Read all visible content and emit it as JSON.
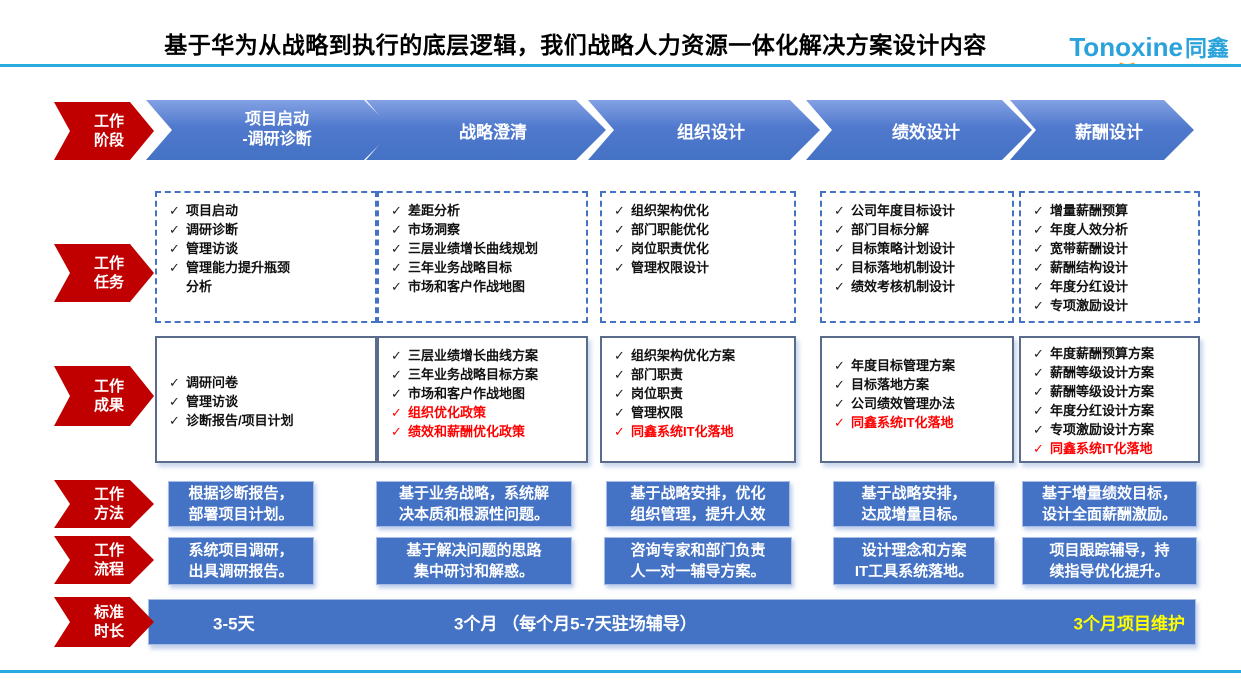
{
  "title": "基于华为从战略到执行的底层逻辑，我们战略人力资源一体化解决方案设计内容",
  "logo": {
    "latin": "Tonoxine",
    "cjk": "同鑫"
  },
  "row_labels": [
    "工作\n阶段",
    "工作\n任务",
    "工作\n成果",
    "工作\n方法",
    "工作\n流程",
    "标准\n时长"
  ],
  "check_glyph": "✓",
  "columns": [
    {
      "phase": "项目启动\n-调研诊断",
      "tasks": [
        "项目启动",
        "调研诊断",
        "管理访谈",
        "管理能力提升瓶颈\n分析"
      ],
      "results": [
        {
          "text": "调研问卷"
        },
        {
          "text": "管理访谈"
        },
        {
          "text": "诊断报告/项目计划"
        }
      ],
      "method": "根据诊断报告，\n部署项目计划。",
      "process": "系统项目调研，\n出具调研报告。"
    },
    {
      "phase": "战略澄清",
      "tasks": [
        "差距分析",
        "市场洞察",
        "三层业绩增长曲线规划",
        "三年业务战略目标",
        "市场和客户作战地图"
      ],
      "results": [
        {
          "text": "三层业绩增长曲线方案"
        },
        {
          "text": "三年业务战略目标方案"
        },
        {
          "text": "市场和客户作战地图"
        },
        {
          "text": "组织优化政策",
          "red": true
        },
        {
          "text": "绩效和薪酬优化政策",
          "red": true
        }
      ],
      "method": "基于业务战略，系统解\n决本质和根源性问题。",
      "process": "基于解决问题的思路\n集中研讨和解惑。"
    },
    {
      "phase": "组织设计",
      "tasks": [
        "组织架构优化",
        "部门职能优化",
        "岗位职责优化",
        "管理权限设计"
      ],
      "results": [
        {
          "text": "组织架构优化方案"
        },
        {
          "text": "部门职责"
        },
        {
          "text": "岗位职责"
        },
        {
          "text": "管理权限"
        },
        {
          "text": "同鑫系统IT化落地",
          "red": true
        }
      ],
      "method": "基于战略安排，优化\n组织管理，提升人效",
      "process": "咨询专家和部门负责\n人一对一辅导方案。"
    },
    {
      "phase": "绩效设计",
      "tasks": [
        "公司年度目标设计",
        "部门目标分解",
        "目标策略计划设计",
        "目标落地机制设计",
        "绩效考核机制设计"
      ],
      "results": [
        {
          "text": "年度目标管理方案"
        },
        {
          "text": "目标落地方案"
        },
        {
          "text": "公司绩效管理办法"
        },
        {
          "text": "同鑫系统IT化落地",
          "red": true
        }
      ],
      "method": "基于战略安排，\n达成增量目标。",
      "process": "设计理念和方案\nIT工具系统落地。"
    },
    {
      "phase": "薪酬设计",
      "tasks": [
        "增量薪酬预算",
        "年度人效分析",
        "宽带薪酬设计",
        "薪酬结构设计",
        "年度分红设计",
        "专项激励设计"
      ],
      "results": [
        {
          "text": "年度薪酬预算方案"
        },
        {
          "text": "薪酬等级设计方案"
        },
        {
          "text": "薪酬等级设计方案"
        },
        {
          "text": "年度分红设计方案"
        },
        {
          "text": "专项激励设计方案"
        },
        {
          "text": "同鑫系统IT化落地",
          "red": true
        }
      ],
      "method": "基于增量绩效目标，\n设计全面薪酬激励。",
      "process": "项目跟踪辅导，持\n续指导优化提升。"
    }
  ],
  "durations": {
    "phase1": "3-5天",
    "phases2to4": "3个月 （每个月5-7天驻场辅导）",
    "phase5": "3个月项目维护"
  },
  "colors": {
    "arrow_red": "#C00000",
    "arrow_blue": "#4472C4",
    "item_red": "#FF0000",
    "duration_yellow": "#FFFF00",
    "divider_blue": "#29ABE2",
    "logo_blue": "#2AA2DB",
    "logo_orange": "#F7941D"
  }
}
